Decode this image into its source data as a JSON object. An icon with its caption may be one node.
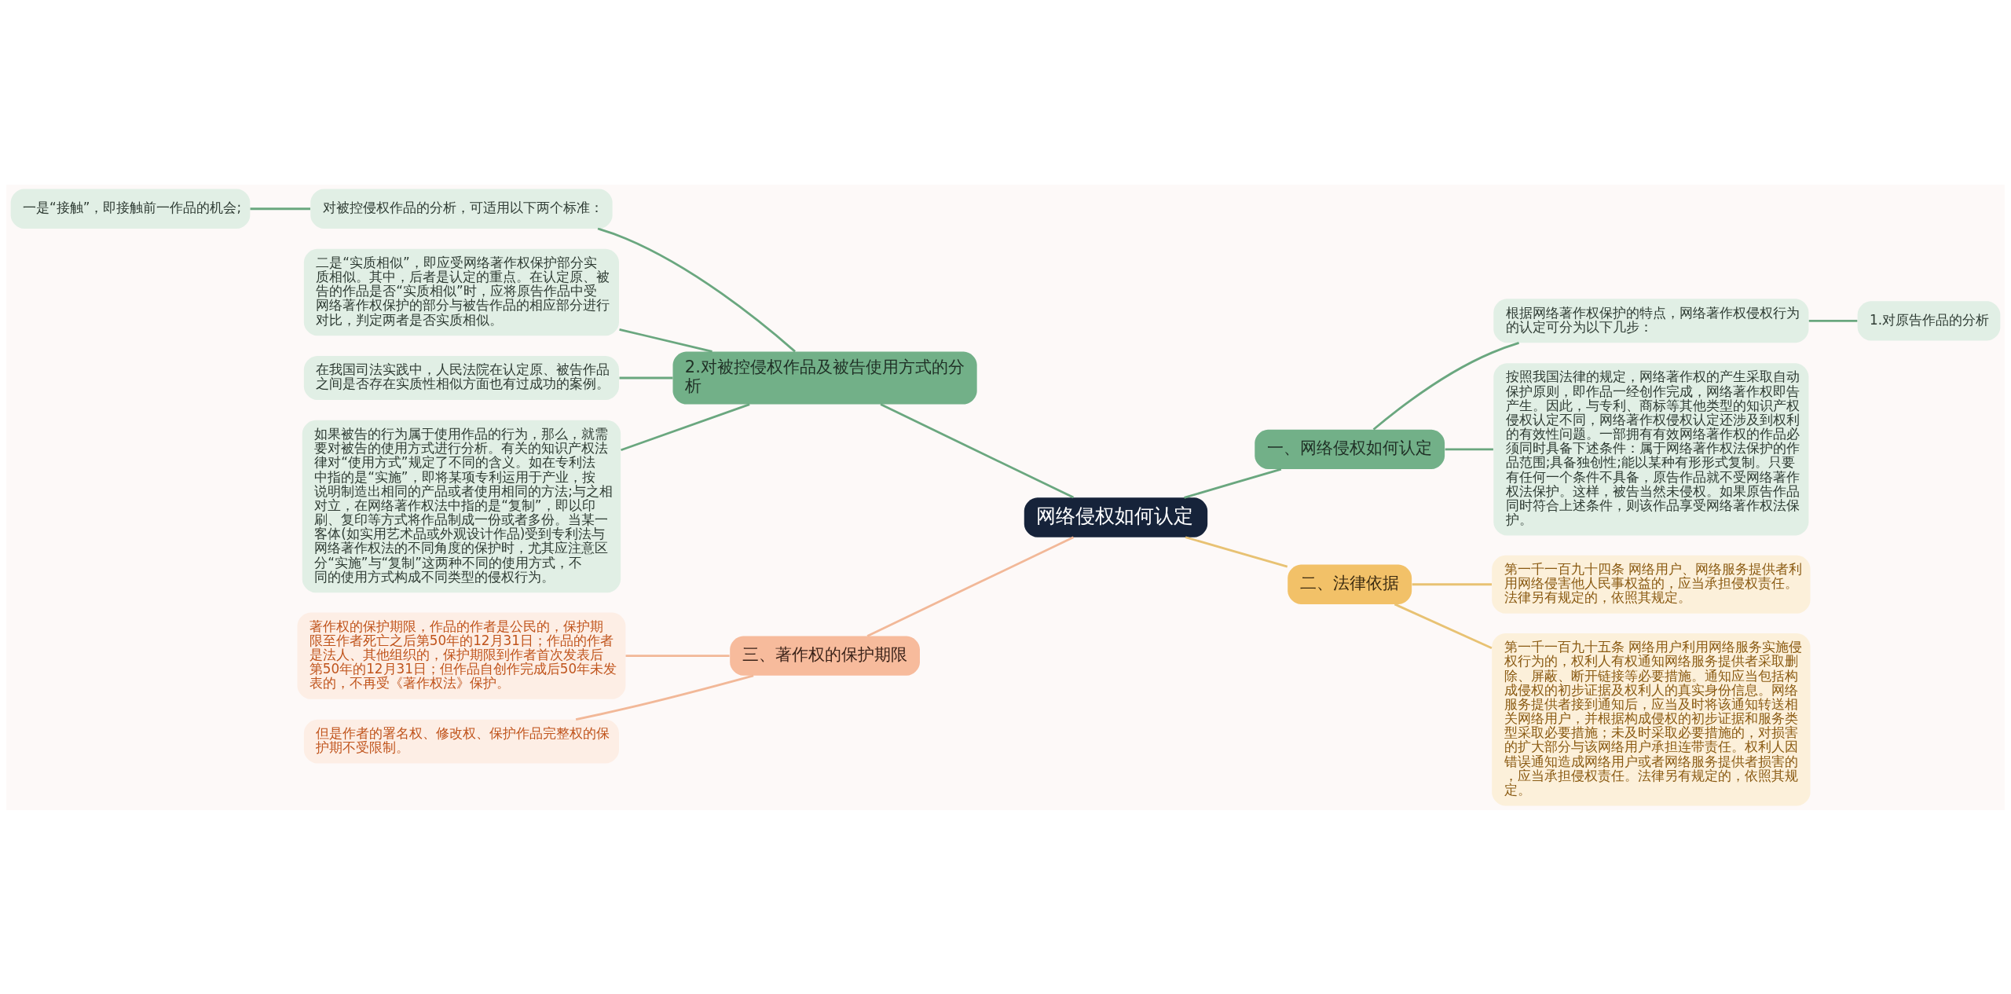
{
  "diagram": {
    "nodes": [
      {
        "text": [
          "网络侵权如何认定"
        ]
      },
      {
        "text": [
          "一、网络侵权如何认定"
        ]
      },
      {
        "text": [
          "根据网络著作权保护的特点，网络著作权侵权行为的认定可分为以下几步："
        ]
      },
      {
        "text": [
          "1.对原告作品的分析"
        ]
      },
      {
        "text": [
          "按照我国法律的规定，网络著作权的产生采取自动保护原则，即作品一经创作完成，网络著作权即告产生。因此，与专利、商标等其他类型的知识产权侵权认定不同，网络著作权侵权认定还涉及到权利的有效性问题。一部拥有有效网络著作权的作品必须同时具备下述条件：属于网络著作权法保护的作品范围;具备独创性;能以某种有形形式复制。只要有任何一个条件不具备，原告作品就不受网络著作权法保护。这样，被告当然未侵权。如果原告作品同时符合上述条件，则该作品享受网络著作权法保护。"
        ]
      },
      {
        "text": [
          "二、法律依据"
        ]
      },
      {
        "text": [
          "第一千一百九十四条 网络用户、网络服务提供者利用网络侵害他人民事权益的，应当承担侵权责任。法律另有规定的，依照其规定。"
        ]
      },
      {
        "text": [
          "第一千一百九十五条 网络用户利用网络服务实施侵权行为的，权利人有权通知网络服务提供者采取删除、屏蔽、断开链接等必要措施。通知应当包括构成侵权的初步证据及权利人的真实身份信息。网络服务提供者接到通知后，应当及时将该通知转送相关网络用户，并根据构成侵权的初步证据和服务类型采取必要措施；未及时采取必要措施的，对损害的扩大部分与该网络用户承担连带责任。权利人因错误通知造成网络用户或者网络服务提供者损害的，应当承担侵权责任。法律另有规定的，依照其规定。"
        ]
      },
      {
        "text": [
          "2.对被控侵权作品及被告使用方式的分析"
        ]
      },
      {
        "text": [
          "对被控侵权作品的分析，可适用以下两个标准："
        ]
      },
      {
        "text": [
          "一是“接触”，即接触前一作品的机会;"
        ]
      },
      {
        "text": [
          "二是“实质相似”，即应受网络著作权保护部分实质相似。其中，后者是认定的重点。在认定原、被告的作品是否“实质相似”时，应将原告作品中受网络著作权保护的部分与被告作品的相应部分进行对比，判定两者是否实质相似。"
        ]
      },
      {
        "text": [
          "在我国司法实践中，人民法院在认定原、被告作品之间是否存在实质性相似方面也有过成功的案例。"
        ]
      },
      {
        "text": [
          "如果被告的行为属于使用作品的行为，那么，就需要对被告的使用方式进行分析。有关的知识产权法律对“使用方式”规定了不同的含义。如在专利法中指的是“实施”，即将某项专利运用于产业，按说明制造出相同的产品或者使用相同的方法;与之相对立，在网络著作权法中指的是“复制”，即以印刷、复印等方式将作品制成一份或者多份。当某一客体(如实用艺术品或外观设计作品)受到专利法与网络著作权法的不同角度的保护时，尤其应注意区分“实施”与“复制”这两种不同的使用方式，不同的使用方式构成不同类型的侵权行为。"
        ]
      },
      {
        "text": [
          "三、著作权的保护期限"
        ]
      },
      {
        "text": [
          "著作权的保护期限，作品的作者是公民的，保护期限至作者死亡之后第50年的12月31日；作品的作者是法人、其他组织的，保护期限到作者首次发表后第50年的12月31日；但作品自创作完成后50年未发表的，不再受《著作权法》保护。"
        ]
      },
      {
        "text": [
          "但是作者的署名权、修改权、保护作品完整权的保护期不受限制。"
        ]
      }
    ],
    "edges": [
      {
        "from": 0,
        "to": 1,
        "arrow": "none"
      },
      {
        "from": 1,
        "to": 2,
        "arrow": "none"
      },
      {
        "from": 2,
        "to": 3,
        "arrow": "none"
      },
      {
        "from": 1,
        "to": 4,
        "arrow": "none"
      },
      {
        "from": 0,
        "to": 5,
        "arrow": "none",
        "color": "#e8c273"
      },
      {
        "from": 5,
        "to": 6,
        "arrow": "none",
        "color": "#e8c273"
      },
      {
        "from": 5,
        "to": 7,
        "arrow": "none",
        "color": "#e8c273"
      },
      {
        "from": 0,
        "to": 8,
        "arrow": "none"
      },
      {
        "from": 8,
        "to": 9,
        "arrow": "none"
      },
      {
        "from": 9,
        "to": 10,
        "arrow": "none"
      },
      {
        "from": 8,
        "to": 11,
        "arrow": "none"
      },
      {
        "from": 8,
        "to": 12,
        "arrow": "none"
      },
      {
        "from": 8,
        "to": 13,
        "arrow": "none"
      },
      {
        "from": 0,
        "to": 14,
        "arrow": "none",
        "color": "#f2b898"
      },
      {
        "from": 14,
        "to": 15,
        "arrow": "none",
        "color": "#f2b898"
      },
      {
        "from": 14,
        "to": 16,
        "arrow": "none",
        "color": "#f2b898"
      }
    ]
  }
}
